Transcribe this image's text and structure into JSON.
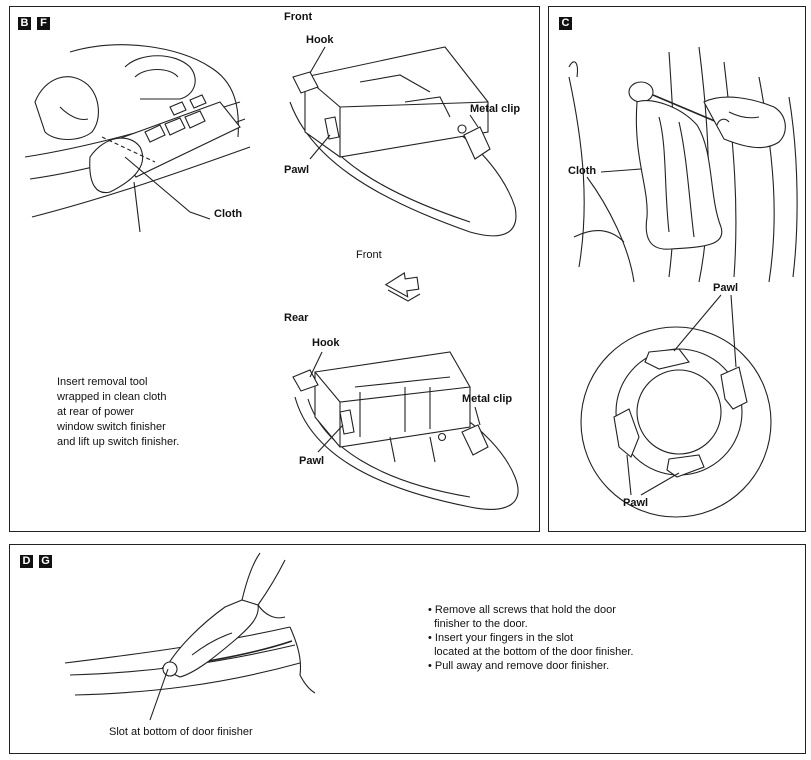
{
  "panel_bf": {
    "badges": [
      "B",
      "F"
    ],
    "labels": {
      "cloth": "Cloth",
      "front_title": "Front",
      "rear_title": "Rear",
      "hook_front": "Hook",
      "hook_rear": "Hook",
      "metal_clip_front": "Metal clip",
      "metal_clip_rear": "Metal clip",
      "pawl_front": "Pawl",
      "pawl_rear": "Pawl",
      "front_arrow": "Front"
    },
    "instruction": [
      "Insert removal tool",
      "wrapped in clean cloth",
      "at rear of power",
      "window switch finisher",
      "and lift up switch finisher."
    ]
  },
  "panel_c": {
    "badge": "C",
    "labels": {
      "cloth": "Cloth",
      "pawl_top": "Pawl",
      "pawl_bottom": "Pawl"
    }
  },
  "panel_dg": {
    "badges": [
      "D",
      "G"
    ],
    "slot_label": "Slot at bottom of door finisher",
    "bullets": [
      "• Remove all screws that hold the door",
      "  finisher to the door.",
      "• Insert your fingers in the slot",
      "  located at the bottom of the door finisher.",
      "• Pull away and remove door finisher."
    ]
  }
}
